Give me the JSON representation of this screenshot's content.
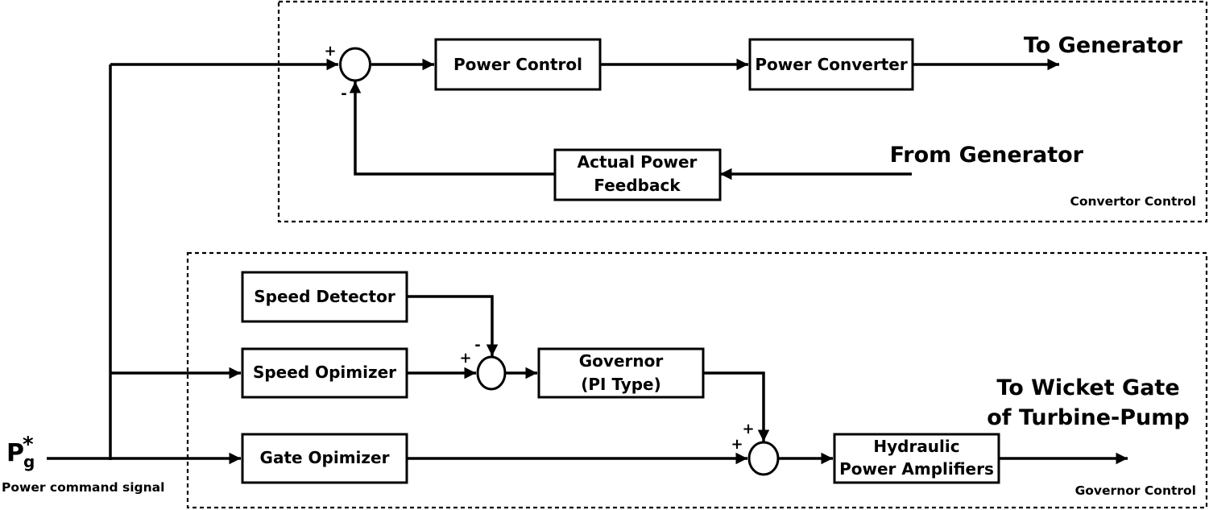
{
  "diagram": {
    "regions": {
      "convertor": "Convertor Control",
      "governor": "Governor Control"
    },
    "blocks": {
      "power_control": "Power Control",
      "power_converter": "Power Converter",
      "actual_feedback_line1": "Actual Power",
      "actual_feedback_line2": "Feedback",
      "speed_detector": "Speed Detector",
      "speed_optimizer": "Speed Opimizer",
      "governor_line1": "Governor",
      "governor_line2": "(PI Type)",
      "gate_optimizer": "Gate Opimizer",
      "hydraulic_line1": "Hydraulic",
      "hydraulic_line2": "Power Amplifiers"
    },
    "signals": {
      "to_generator": "To Generator",
      "from_generator": "From Generator",
      "to_wicket_line1": "To Wicket Gate",
      "to_wicket_line2": "of Turbine-Pump",
      "input_symbol_base": "P",
      "input_symbol_sub": "g",
      "input_symbol_sup": "*",
      "input_caption": "Power command signal"
    },
    "signs": {
      "sum1_plus": "+",
      "sum1_minus": "-",
      "sum2_plus": "+",
      "sum2_minus": "-",
      "sum3_plus_top": "+",
      "sum3_plus_left": "+"
    }
  }
}
